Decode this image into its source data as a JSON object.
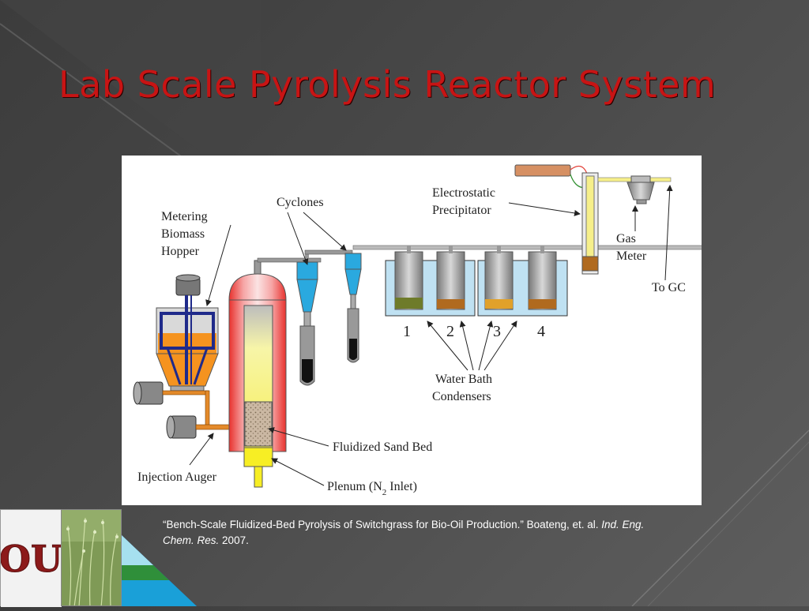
{
  "slide": {
    "title": "Lab Scale Pyrolysis Reactor System"
  },
  "diagram": {
    "labels": {
      "hopper_line1": "Metering",
      "hopper_line2": "Biomass",
      "hopper_line3": "Hopper",
      "cyclones": "Cyclones",
      "esp_line1": "Electrostatic",
      "esp_line2": "Precipitator",
      "gas_line1": "Gas",
      "gas_line2": "Meter",
      "to_gc": "To GC",
      "condenser_1": "1",
      "condenser_2": "2",
      "condenser_3": "3",
      "condenser_4": "4",
      "water_line1": "Water Bath",
      "water_line2": "Condensers",
      "sand_bed": "Fluidized Sand Bed",
      "injection_auger": "Injection Auger",
      "plenum_prefix": "Plenum (N",
      "plenum_sub": "2",
      "plenum_suffix": " Inlet)"
    }
  },
  "citation": {
    "text": "“Bench-Scale Fluidized-Bed Pyrolysis of Switchgrass for Bio-Oil Production.”  Boateng, et. al.",
    "journal": "Ind. Eng. Chem. Res.",
    "year": "2007."
  },
  "logos": {
    "university_mark": "OU",
    "icons": [
      "ou-logo-icon",
      "grass-photo-icon",
      "water-landscape-icon"
    ]
  },
  "colors": {
    "title_red": "#c81414",
    "water_blue": "#bfe1f2",
    "hopper_orange": "#f5931f",
    "cyclone_blue": "#2aa9df",
    "reactor_red": "#e8322e",
    "reactor_yellow": "#f7ef5a"
  }
}
